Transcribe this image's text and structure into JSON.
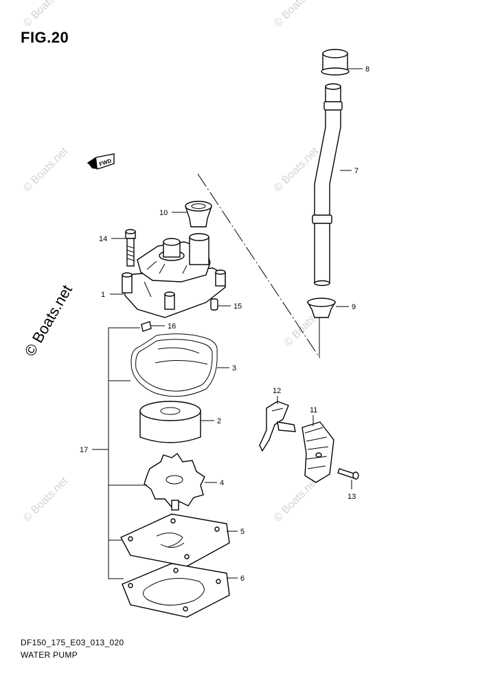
{
  "figure": {
    "title": "FIG.20",
    "diagram_code": "DF150_175_E03_013_020",
    "name": "WATER PUMP",
    "fwd_badge": "FWD"
  },
  "watermarks": {
    "text": "© Boats.net",
    "side_label": "© Boats.net"
  },
  "callouts": [
    "1",
    "2",
    "3",
    "4",
    "5",
    "6",
    "7",
    "8",
    "9",
    "10",
    "11",
    "12",
    "13",
    "14",
    "15",
    "16",
    "17"
  ]
}
